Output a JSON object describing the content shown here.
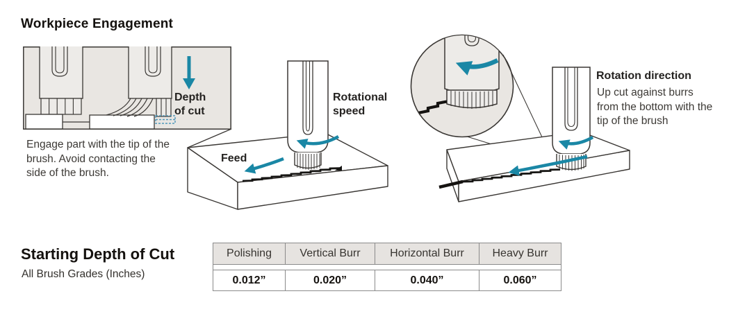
{
  "page": {
    "title": "Workpiece Engagement"
  },
  "colors": {
    "accent_teal": "#1a87a5",
    "panel_gray": "#e9e6e2",
    "line_dark": "#3a3734",
    "table_border": "#8a8a8a",
    "table_header_bg": "#e6e3e0",
    "depth_dash_blue": "#4f97ba"
  },
  "diagram_left": {
    "depth_label": "Depth of cut",
    "caption": "Engage part with the tip of the brush. Avoid contacting the side of the brush."
  },
  "diagram_middle": {
    "rotational_speed_label": "Rotational speed",
    "feed_label": "Feed"
  },
  "diagram_right": {
    "title": "Rotation direction",
    "caption": "Up cut against burrs from the bottom with the tip of the brush"
  },
  "starting_depth": {
    "heading": "Starting Depth of Cut",
    "subheading": "All Brush Grades (Inches)",
    "table": {
      "headers": [
        "Polishing",
        "Vertical Burr",
        "Horizontal Burr",
        "Heavy Burr"
      ],
      "values": [
        "0.012”",
        "0.020”",
        "0.040”",
        "0.060”"
      ]
    }
  }
}
